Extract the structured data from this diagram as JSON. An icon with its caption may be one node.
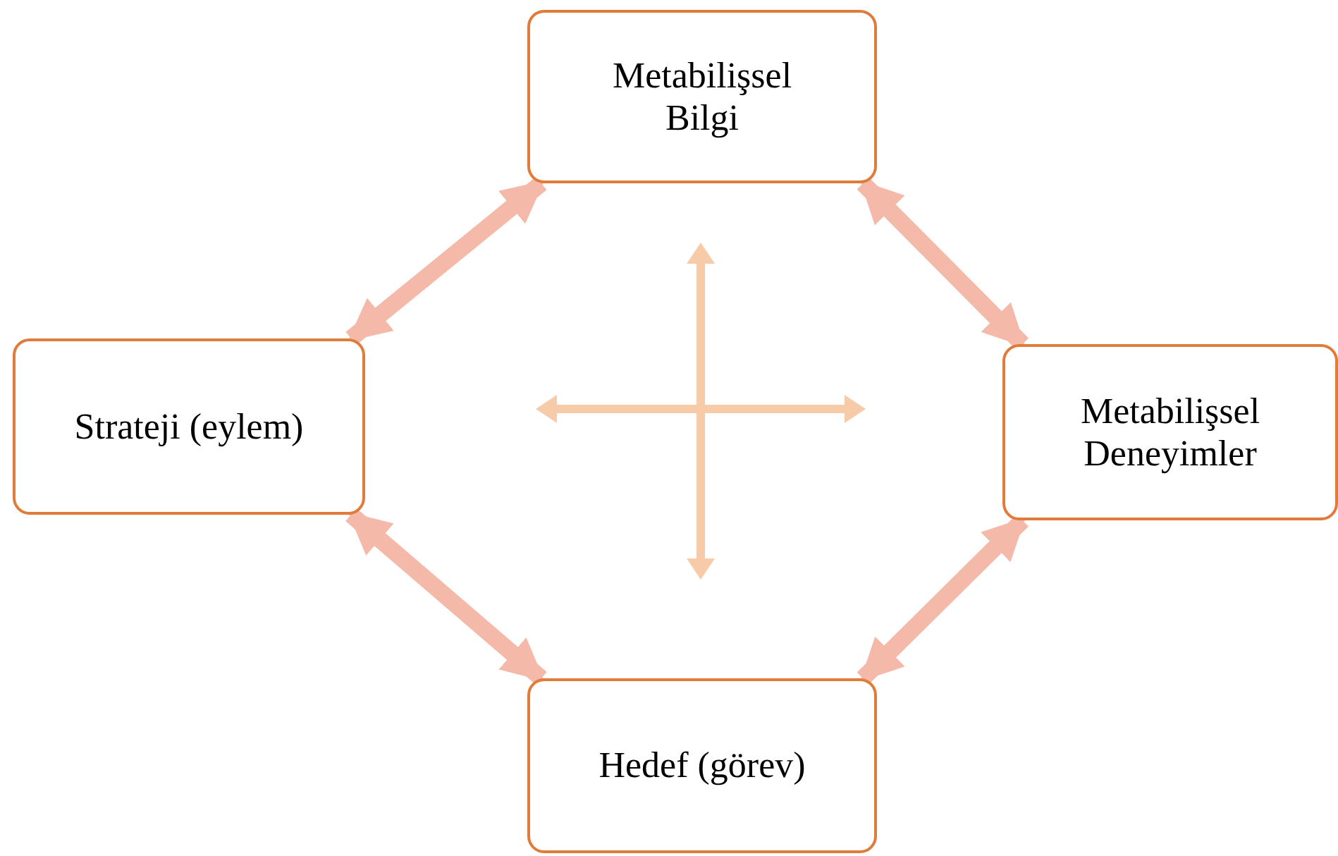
{
  "diagram": {
    "nodes": [
      {
        "text": [
          "Metabilişsel Bilgi"
        ]
      },
      {
        "text": [
          "Strateji (eylem)"
        ]
      },
      {
        "text": [
          "Metabilişsel Deneyimler"
        ]
      },
      {
        "text": [
          "Hedef (görev)"
        ]
      }
    ],
    "edges": [
      {
        "from": 0,
        "to": 1,
        "arrow": "both"
      },
      {
        "from": 0,
        "to": 2,
        "arrow": "both"
      },
      {
        "from": 1,
        "to": 3,
        "arrow": "both"
      },
      {
        "from": 2,
        "to": 3,
        "arrow": "both"
      }
    ]
  }
}
